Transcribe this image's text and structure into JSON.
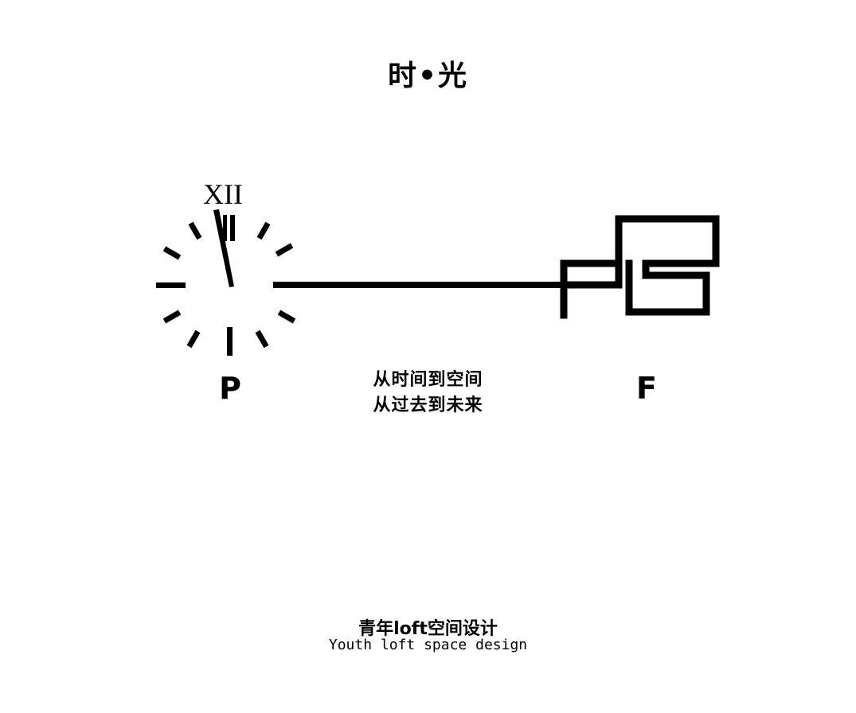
{
  "title": "时•光",
  "clock": {
    "numeral": "XII"
  },
  "labels": {
    "past": "P",
    "future": "F"
  },
  "caption": {
    "line1": "从时间到空间",
    "line2": "从过去到未来"
  },
  "footer": {
    "cn": "青年loft空间设计",
    "en": "Youth loft space design"
  },
  "colors": {
    "ink": "#000000",
    "background": "#ffffff"
  }
}
